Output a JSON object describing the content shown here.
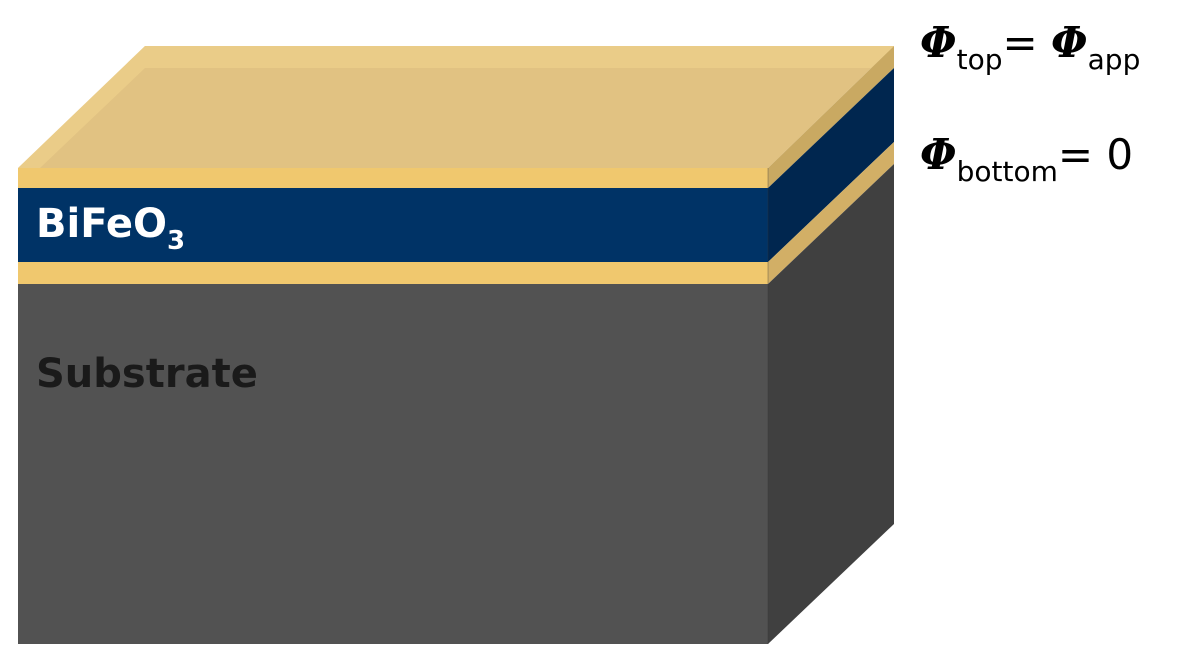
{
  "diagram": {
    "layers": {
      "bifeo3": {
        "label_main": "BiFeO",
        "label_sub": "3",
        "color": "#003366"
      },
      "substrate": {
        "label": "Substrate",
        "color": "#525252"
      },
      "electrode": {
        "color": "#F0C86E"
      }
    },
    "boundary_conditions": {
      "top": {
        "symbol": "Φ",
        "subscript": "top",
        "equals": "=",
        "rhs_symbol": "Φ",
        "rhs_subscript": "app"
      },
      "bottom": {
        "symbol": "Φ",
        "subscript": "bottom",
        "equals": "= 0"
      }
    }
  }
}
